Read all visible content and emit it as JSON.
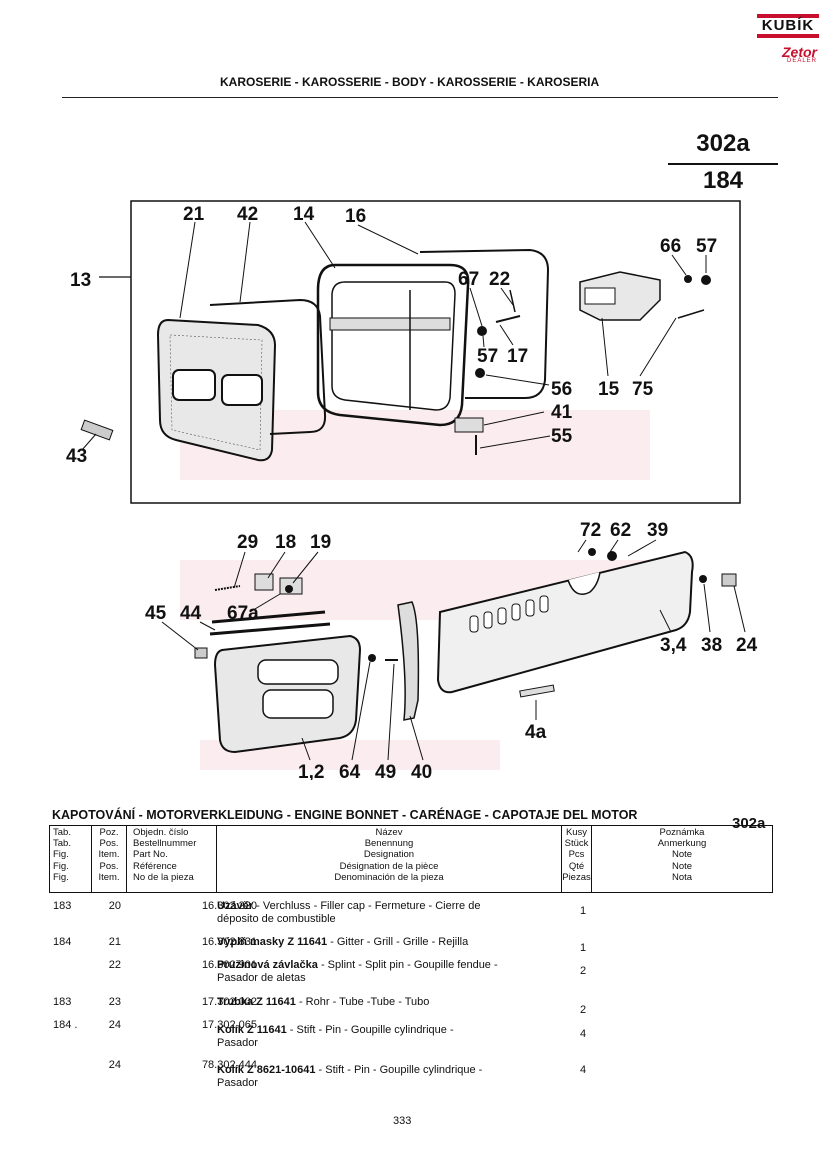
{
  "logo": {
    "brand": "KUBÍK",
    "sub_brand": "Zetor",
    "tag": "DEALER"
  },
  "header": {
    "title": "KAROSERIE - KAROSSERIE - BODY - KAROSSERIE - KAROSERIA"
  },
  "figure": {
    "number": "302a",
    "sub_number": "184"
  },
  "diagram": {
    "callouts": [
      "13",
      "21",
      "42",
      "14",
      "16",
      "66",
      "57",
      "67",
      "22",
      "57",
      "17",
      "56",
      "15",
      "75",
      "41",
      "55",
      "43",
      "29",
      "18",
      "19",
      "72",
      "62",
      "39",
      "45",
      "44",
      "67a",
      "3,4",
      "38",
      "24",
      "4a",
      "1,2",
      "64",
      "49",
      "40"
    ]
  },
  "section": {
    "title": "KAPOTOVÁNÍ - MOTORVERKLEIDUNG - ENGINE BONNET - CARÉNAGE - CAPOTAJE DEL MOTOR",
    "ref": "302a"
  },
  "table": {
    "headers": {
      "tab": [
        "Tab.",
        "Tab.",
        "Fig.",
        "Fig.",
        "Fig."
      ],
      "pos": [
        "Poz.",
        "Pos.",
        "Item.",
        "Pos.",
        "Item."
      ],
      "part": [
        "Objedn. číslo",
        "Bestellnummer",
        "Part No.",
        "Référence",
        "No de la pieza"
      ],
      "name": [
        "Název",
        "Benennung",
        "Designation",
        "Désignation de la pièce",
        "Denominación de la pieza"
      ],
      "qty": [
        "Kusy",
        "Stück",
        "Pcs",
        "Qté",
        "Piezas"
      ],
      "note": [
        "Poznámka",
        "Anmerkung",
        "Note",
        "Note",
        "Nota"
      ]
    },
    "rows": [
      {
        "tab": "183",
        "pos": "20",
        "part": "16.302.220",
        "name_bold": "Uzávěr",
        "name_rest": " - Verchluss - Filler cap - Fermeture - Cierre de",
        "name_line2": "déposito de combustible",
        "qty": "1"
      },
      {
        "tab": "184",
        "pos": "21",
        "part": "16.302.831",
        "name_bold": "Výplň masky Z 11641",
        "name_rest": " - Gitter - Grill - Grille - Rejilla",
        "name_line2": "",
        "qty": "1"
      },
      {
        "tab": "",
        "pos": "22",
        "part": "16.302.901",
        "name_bold": "Pružinová závlačka",
        "name_rest": " - Splint - Split pin - Goupille fendue -",
        "name_line2": "Pasador de aletas",
        "qty": "2"
      },
      {
        "tab": "183",
        "pos": "23",
        "part": "17.302.002",
        "name_bold": "Trubka Z 11641",
        "name_rest": " - Rohr - Tube -Tube - Tubo",
        "name_line2": "",
        "qty": "2"
      },
      {
        "tab": "184 .",
        "pos": "24",
        "part": "17.302.065",
        "name_bold": "Kolík Z 11641",
        "name_rest": " - Stift - Pin - Goupille cylindrique -",
        "name_line2": "Pasador",
        "qty": "4"
      },
      {
        "tab": "",
        "pos": "24",
        "part": "78.302.444",
        "name_bold": "Kolík Z 8621-10641",
        "name_rest": " - Stift - Pin - Goupille cylindrique -",
        "name_line2": "Pasador",
        "qty": "4"
      }
    ]
  },
  "page_number": "333"
}
